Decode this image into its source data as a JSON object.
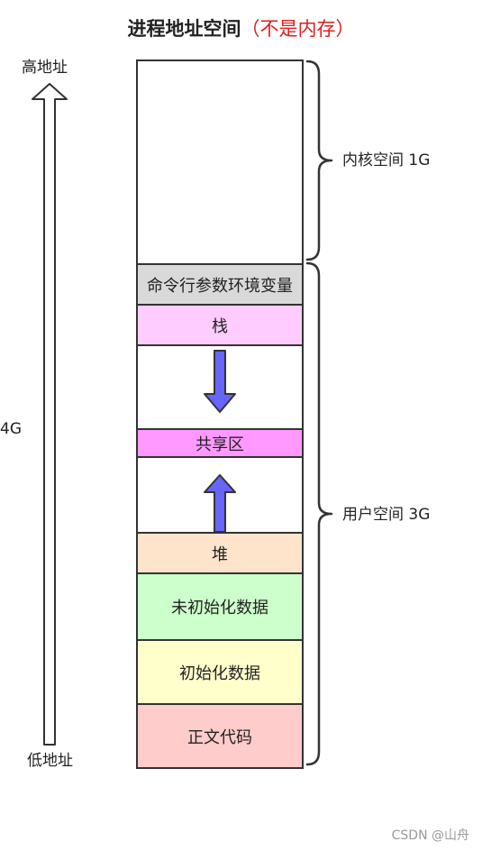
{
  "title": {
    "main": "进程地址空间",
    "note": "（不是内存）"
  },
  "address_axis": {
    "high_label": "高地址",
    "low_label": "低地址",
    "size_label": "4G"
  },
  "kernel_space": {
    "label": "内核空间 1G"
  },
  "user_space": {
    "label": "用户空间 3G"
  },
  "segments": {
    "cmdline_env": {
      "label": "命令行参数环境变量",
      "color": "#d9d9d9"
    },
    "stack": {
      "label": "栈",
      "color": "#ffccff"
    },
    "shared": {
      "label": "共享区",
      "color": "#ff99ff"
    },
    "heap": {
      "label": "堆",
      "color": "#ffe4cc"
    },
    "bss": {
      "label": "未初始化数据",
      "color": "#ccffcc"
    },
    "data": {
      "label": "初始化数据",
      "color": "#ffffcc"
    },
    "text": {
      "label": "正文代码",
      "color": "#ffcccc"
    }
  },
  "growth_arrow_color": "#6666ff",
  "watermark": "CSDN @山舟"
}
